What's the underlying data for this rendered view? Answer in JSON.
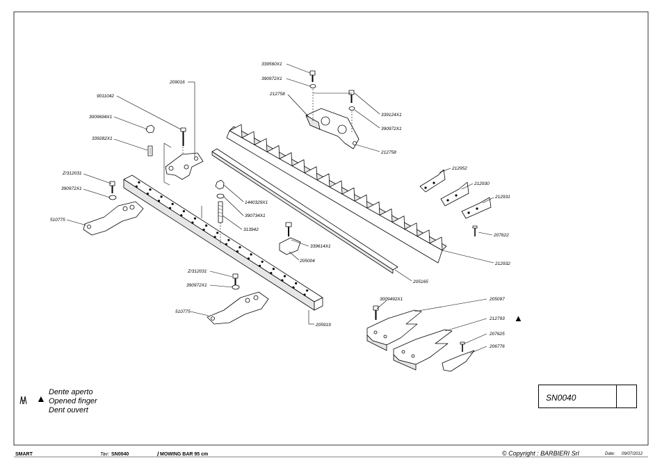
{
  "drawing": {
    "labels": {
      "p9011042": "9011042",
      "p209016": "209016",
      "p3009694": "3009694X1",
      "p339282": "339282X1",
      "pZ312031a": "Z/312031",
      "p390972a": "390972X1",
      "p510775a": "510775",
      "p1440329": "1440329X1",
      "p390734": "390734X1",
      "p313942": "313942",
      "p339614": "339614X1",
      "p205004": "205004",
      "pZ312031b": "Z/312031",
      "p390972b": "390972X1",
      "p510775b": "510775",
      "p205919": "205919",
      "p205165": "205165",
      "p339560": "339560X1",
      "p390972c": "390972X1",
      "p212758a": "212758",
      "p339124": "339124X1",
      "p390972d": "390972X1",
      "p212758b": "212758",
      "p212952": "212952",
      "p212930": "212930",
      "p212931": "212931",
      "p207622": "207622",
      "p212932": "212932",
      "p3009492": "3009492X1",
      "p205097": "205097",
      "p212793": "212793",
      "p207625": "207625",
      "p206776": "206776"
    }
  },
  "legend": {
    "icon": "opened-finger-icon",
    "triangle": "▲",
    "line1": "Dente aperto",
    "line2": "Opened finger",
    "line3": "Dent ouvert"
  },
  "title_block": {
    "code": "SN0040"
  },
  "footer": {
    "model": "SMART",
    "tav_label": "Tav:",
    "tav_value": "SN0040",
    "title": "MOWING BAR 95 cm",
    "copyright": "© Copyright : BARBIERI Srl",
    "date_label": "Date:",
    "date_value": "09/07/2012"
  }
}
